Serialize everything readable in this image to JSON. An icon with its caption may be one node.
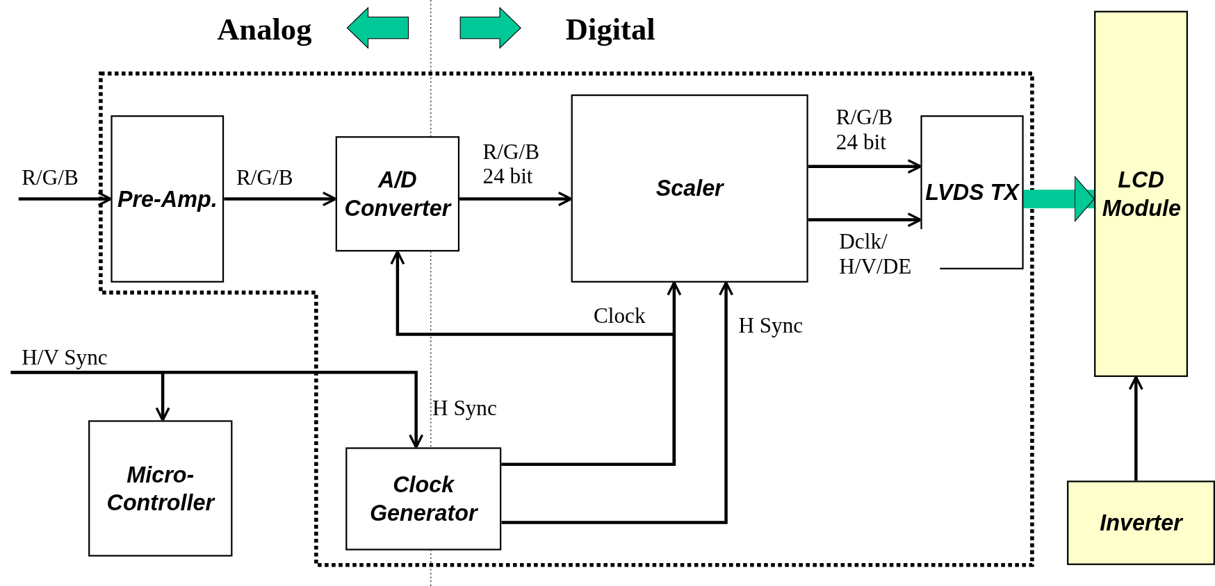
{
  "diagram": {
    "nodes": [
      {
        "text": [
          "Pre-Amp."
        ]
      },
      {
        "text": [
          "A/D Converter"
        ]
      },
      {
        "text": [
          "Scaler"
        ]
      },
      {
        "text": [
          "LVDS TX"
        ]
      },
      {
        "text": [
          "LCD Module"
        ]
      },
      {
        "text": [
          "Micro-Controller"
        ]
      },
      {
        "text": [
          "Clock Generator"
        ]
      },
      {
        "text": [
          "Inverter"
        ]
      }
    ],
    "edges": [
      {
        "from": null,
        "to": 0,
        "arrow": "to",
        "label": "R/G/B"
      },
      {
        "from": 0,
        "to": 1,
        "arrow": "to",
        "label": "R/G/B"
      },
      {
        "from": 1,
        "to": 2,
        "arrow": "to",
        "label": "R/G/B 24 bit"
      },
      {
        "from": 2,
        "to": 3,
        "arrow": "to",
        "label": "R/G/B 24 bit"
      },
      {
        "from": 2,
        "to": 3,
        "arrow": "to",
        "label": "Dclk/ H/V/DE"
      },
      {
        "from": 3,
        "to": 4,
        "arrow": "to",
        "style": "thick",
        "color": "#00c896"
      },
      {
        "from": 6,
        "to": 1,
        "arrow": "to",
        "label": "Clock"
      },
      {
        "from": 6,
        "to": 2,
        "arrow": "to"
      },
      {
        "from": 6,
        "to": 2,
        "arrow": "to",
        "label": "H Sync"
      },
      {
        "from": null,
        "to": 5,
        "arrow": "to",
        "label": "H/V Sync"
      },
      {
        "from": null,
        "to": 6,
        "arrow": "to",
        "label": "H Sync"
      },
      {
        "from": 7,
        "to": 4,
        "arrow": "to"
      }
    ],
    "labels": [
      "Analog",
      "Digital"
    ]
  }
}
